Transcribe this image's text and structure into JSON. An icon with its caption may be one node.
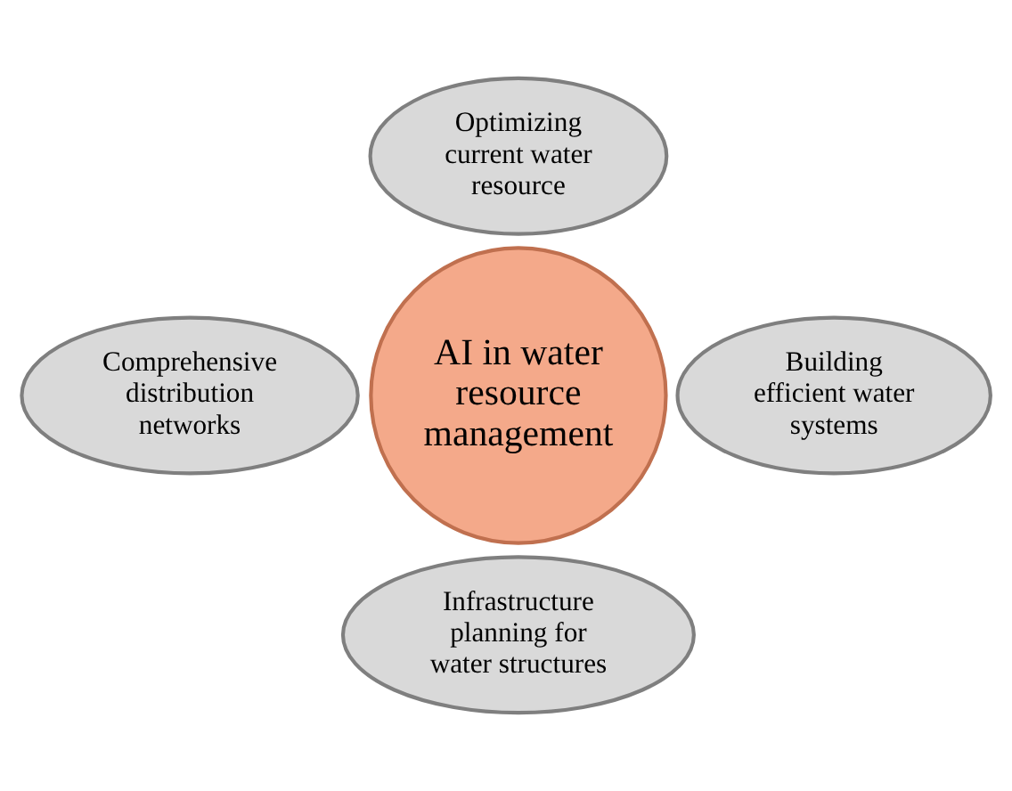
{
  "diagram": {
    "nodes": [
      {
        "text": [
          "AI in water resource management"
        ]
      },
      {
        "text": [
          "Optimizing current water resource"
        ]
      },
      {
        "text": [
          "Comprehensive distribution networks"
        ]
      },
      {
        "text": [
          "Building efficient water systems"
        ]
      },
      {
        "text": [
          "Infrastructure planning for water structures"
        ]
      }
    ]
  }
}
